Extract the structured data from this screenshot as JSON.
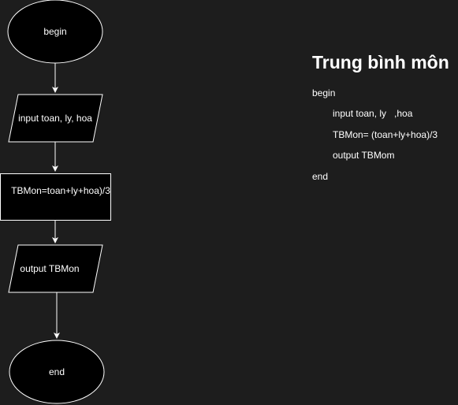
{
  "flowchart": {
    "nodes": {
      "begin": "begin",
      "input": "input toan, ly, hoa",
      "process": "TBMon=toan+ly+hoa)/3",
      "output": "output TBMon",
      "end": "end"
    }
  },
  "pseudocode": {
    "title": "Trung bình môn",
    "lines": {
      "begin": "begin",
      "input": "input toan, ly   ,hoa",
      "process": "TBMon= (toan+ly+hoa)/3",
      "output": "output TBMom",
      "end": "end"
    }
  },
  "colors": {
    "background": "#1d1d1d",
    "shape_fill": "#000000",
    "stroke": "#ffffff",
    "text": "#ffffff"
  }
}
